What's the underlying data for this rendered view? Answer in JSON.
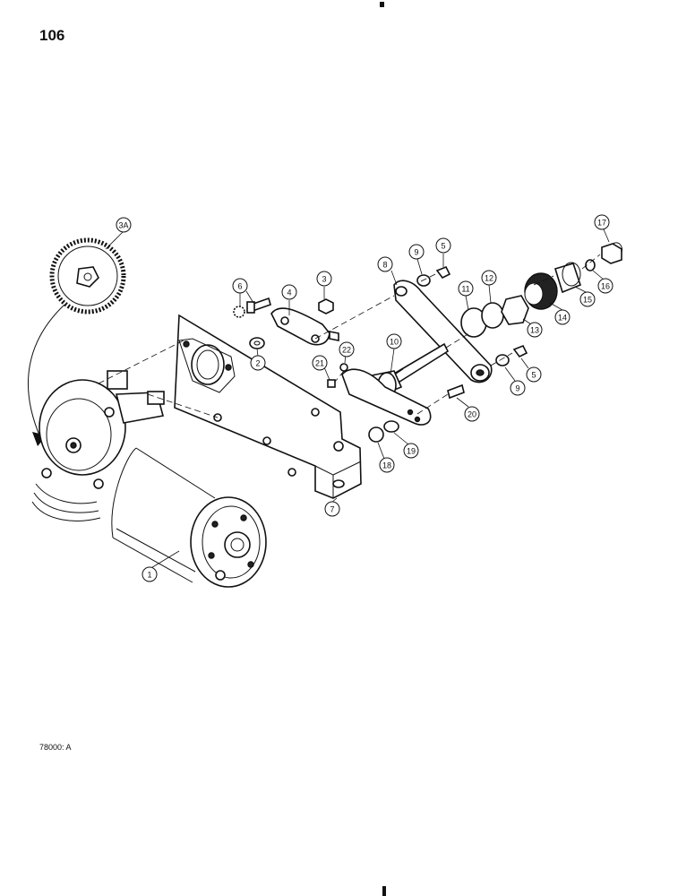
{
  "page": {
    "number": "106",
    "figure_code": "78000: A"
  },
  "callouts": {
    "c1": "1",
    "c2": "2",
    "c3": "3",
    "c3a": "3A",
    "c4": "4",
    "c5a": "5",
    "c5b": "5",
    "c6": "6",
    "c7": "7",
    "c8": "8",
    "c9a": "9",
    "c9b": "9",
    "c10": "10",
    "c11": "11",
    "c12": "12",
    "c13": "13",
    "c14": "14",
    "c15": "15",
    "c16": "16",
    "c17": "17",
    "c18": "18",
    "c19": "19",
    "c20": "20",
    "c21": "21",
    "c22": "22"
  }
}
